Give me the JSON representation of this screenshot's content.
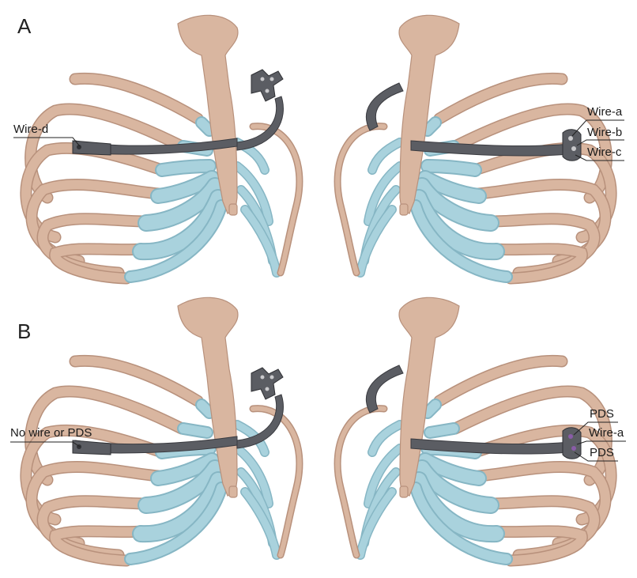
{
  "panels": [
    {
      "letter": "A",
      "left_labels": [
        "Wire-d"
      ],
      "right_labels": [
        "Wire-a",
        "Wire-b",
        "Wire-c"
      ]
    },
    {
      "letter": "B",
      "left_labels": [
        "No wire or PDS"
      ],
      "right_labels": [
        "PDS",
        "Wire-a",
        "PDS"
      ]
    }
  ],
  "colors": {
    "bone": "#d9b6a0",
    "cartilage": "#a9d2dd",
    "implant": "#5b5d63"
  }
}
